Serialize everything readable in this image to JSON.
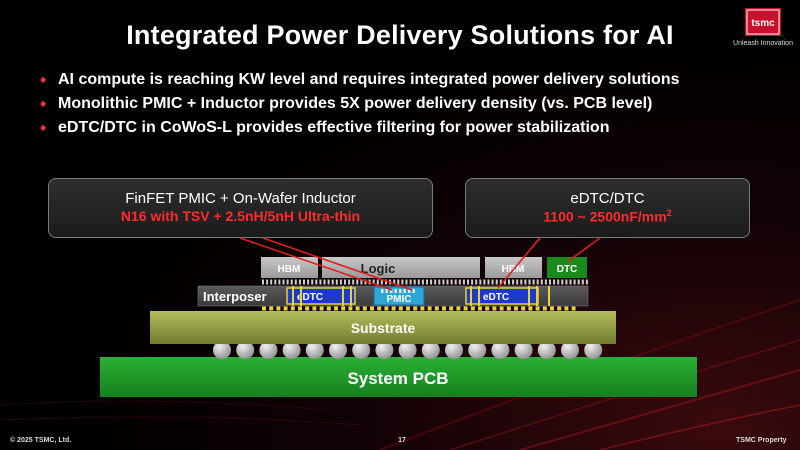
{
  "title": "Integrated Power Delivery Solutions for AI",
  "logo": {
    "brand": "tsmc",
    "tagline": "Unleash Innovation"
  },
  "bullets": [
    "AI compute is reaching KW level and requires integrated power delivery solutions",
    "Monolithic PMIC + Inductor provides 5X power delivery density (vs. PCB level)",
    "eDTC/DTC in CoWoS-L provides effective filtering for power stabilization"
  ],
  "callouts": {
    "left": {
      "line1": "FinFET PMIC + On-Wafer Inductor",
      "line2": "N16 with TSV + 2.5nH/5nH Ultra-thin"
    },
    "right": {
      "line1": "eDTC/DTC",
      "line2": "1100 ~ 2500nF/mm",
      "line2_sup": "2"
    }
  },
  "diagram": {
    "hbm_left": "HBM",
    "logic": "Logic",
    "hbm_right": "HBM",
    "dtc": "DTC",
    "interposer": "Interposer",
    "edtc_left": "eDTC",
    "pmic": "PMIC",
    "edtc_right": "eDTC",
    "substrate": "Substrate",
    "pcb": "System PCB"
  },
  "footer": {
    "copyright": "© 2025 TSMC, Ltd.",
    "page": "17",
    "property": "TSMC Property"
  },
  "colors": {
    "accent_red": "#ff2a2a",
    "pcb_green": "#1f9a2c",
    "substrate_olive": "#96a046",
    "edtc_blue": "#1d39c8",
    "pmic_blue": "#2fa6d8",
    "dtc_green": "#1a8a1a"
  }
}
